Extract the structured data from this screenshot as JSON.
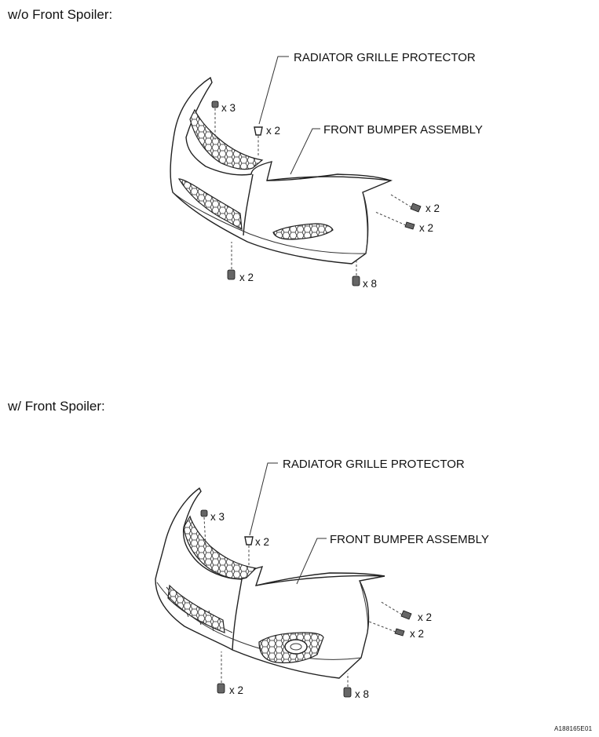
{
  "sections": [
    {
      "heading": "w/o Front Spoiler:",
      "labels": {
        "grille": "RADIATOR GRILLE PROTECTOR",
        "bumper": "FRONT BUMPER ASSEMBLY"
      },
      "qty": {
        "top_left": "x 3",
        "top_mid": "x 2",
        "right_upper": "x 2",
        "right_lower": "x 2",
        "bottom_left": "x 2",
        "bottom_right": "x 8"
      }
    },
    {
      "heading": "w/ Front Spoiler:",
      "labels": {
        "grille": "RADIATOR GRILLE PROTECTOR",
        "bumper": "FRONT BUMPER ASSEMBLY"
      },
      "qty": {
        "top_left": "x 3",
        "top_mid": "x 2",
        "right_upper": "x 2",
        "right_lower": "x 2",
        "bottom_left": "x 2",
        "bottom_right": "x 8"
      }
    }
  ],
  "figure_code": "A188165E01"
}
